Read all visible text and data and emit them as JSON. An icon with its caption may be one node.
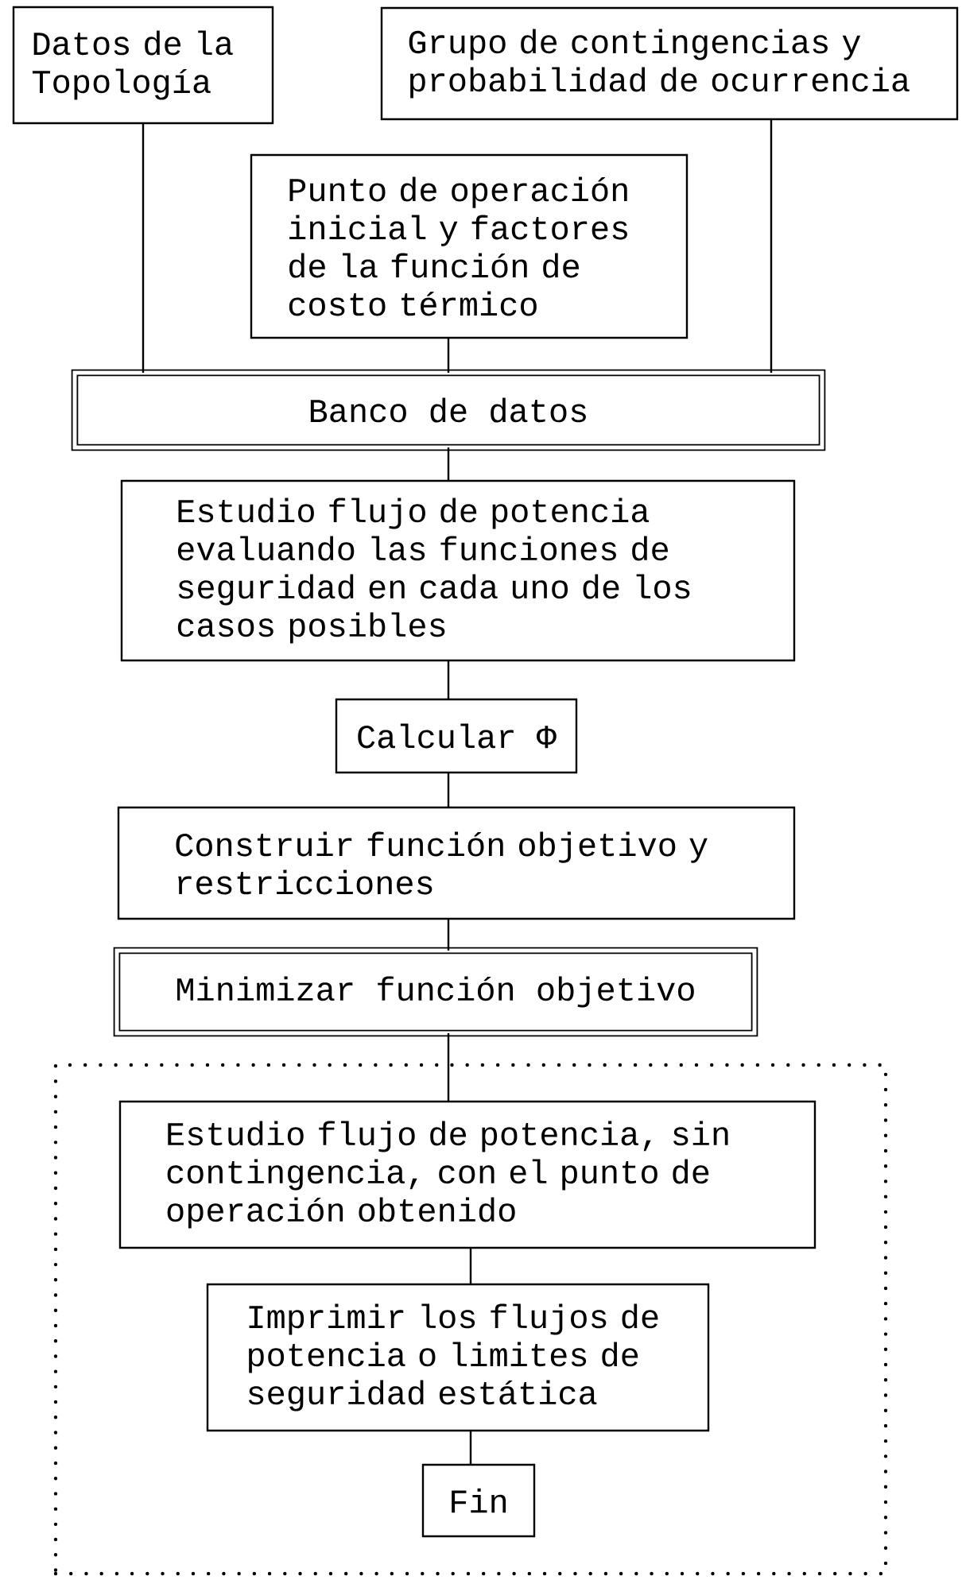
{
  "diagram": {
    "nodes": [
      {
        "text": [
          "Datos de la Topología"
        ]
      },
      {
        "text": [
          "Grupo de contingencias y probabilidad de ocurrencia"
        ]
      },
      {
        "text": [
          "Punto de operación inicial y factores de la función de costo térmico"
        ]
      },
      {
        "text": [
          "Banco de datos"
        ]
      },
      {
        "text": [
          "Estudio flujo de potencia evaluando las funciones de seguridad en cada uno de los casos posibles"
        ]
      },
      {
        "text": [
          "Calcular Φ"
        ]
      },
      {
        "text": [
          "Construir función objetivo y restricciones"
        ]
      },
      {
        "text": [
          "Minimizar función objetivo"
        ]
      },
      {
        "text": [],
        "shape": "box"
      },
      {
        "text": [
          "Estudio flujo de potencia, sin contingencia, con el punto de operación obtenido"
        ],
        "in": 8
      },
      {
        "text": [
          "Imprimir los flujos de potencia o limites de seguridad estática"
        ],
        "in": 8
      },
      {
        "text": [
          "Fin"
        ],
        "in": 8
      }
    ],
    "edges": [
      {
        "from": 0,
        "to": 3,
        "arrow": "none"
      },
      {
        "from": 1,
        "to": 3,
        "arrow": "none"
      },
      {
        "from": 2,
        "to": 3,
        "arrow": "none"
      },
      {
        "from": 3,
        "to": 4,
        "arrow": "none"
      },
      {
        "from": 4,
        "to": 5,
        "arrow": "none"
      },
      {
        "from": 5,
        "to": 6,
        "arrow": "none"
      },
      {
        "from": 6,
        "to": 7,
        "arrow": "none"
      },
      {
        "from": 7,
        "to": 9,
        "arrow": "none"
      },
      {
        "from": 9,
        "to": 10,
        "arrow": "none"
      },
      {
        "from": 10,
        "to": 11,
        "arrow": "none"
      }
    ]
  }
}
